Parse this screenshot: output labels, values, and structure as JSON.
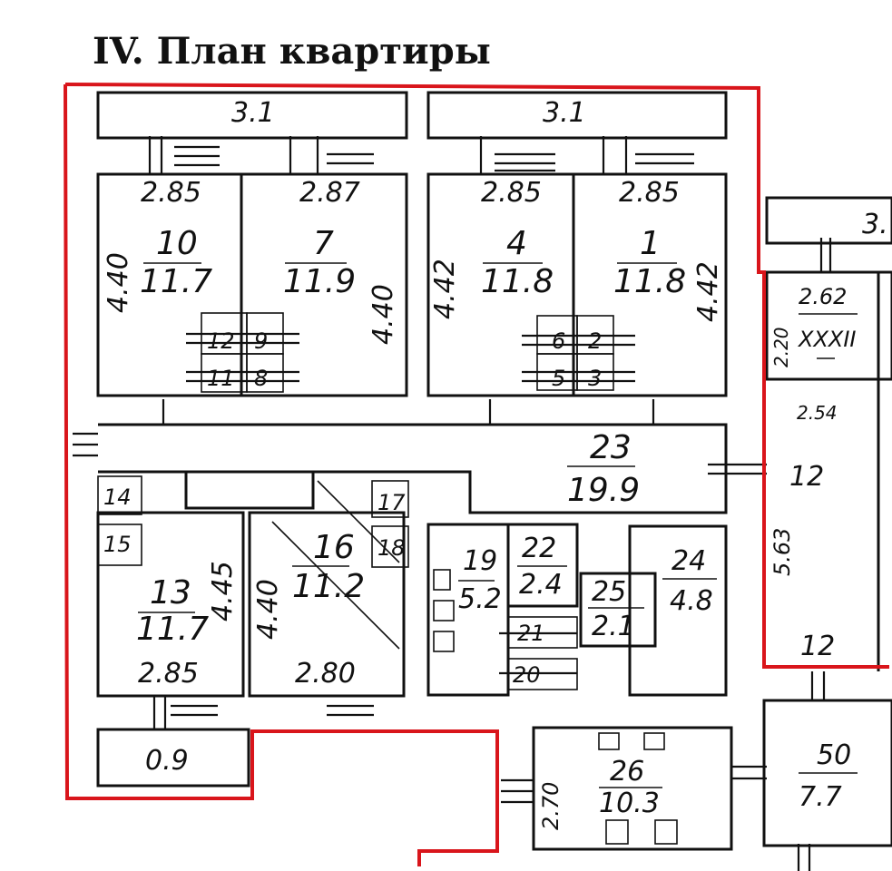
{
  "title": "IV. План квартиры",
  "colors": {
    "outline": "#d9151b",
    "line": "#111111"
  },
  "rooms": [
    {
      "key": "r10",
      "num": "10",
      "area": "11.7",
      "width": "2.85",
      "length": "4.40"
    },
    {
      "key": "r7",
      "num": "7",
      "area": "11.9",
      "width": "2.87",
      "length": "4.40"
    },
    {
      "key": "r4",
      "num": "4",
      "area": "11.8",
      "width": "2.85",
      "length": "4.42"
    },
    {
      "key": "r1",
      "num": "1",
      "area": "11.8",
      "width": "2.85",
      "length": "4.42"
    },
    {
      "key": "r23",
      "num": "23",
      "area": "19.9"
    },
    {
      "key": "r13",
      "num": "13",
      "area": "11.7",
      "width": "2.85",
      "length": "4.45"
    },
    {
      "key": "r16",
      "num": "16",
      "area": "11.2",
      "width": "2.80",
      "length": "4.40"
    },
    {
      "key": "r19",
      "num": "19",
      "area": "5.2"
    },
    {
      "key": "r22",
      "num": "22",
      "area": "2.4"
    },
    {
      "key": "r25",
      "num": "25",
      "area": "2.1"
    },
    {
      "key": "r24",
      "num": "24",
      "area": "4.8"
    },
    {
      "key": "r26",
      "num": "26",
      "area": "10.3",
      "width": "2.70"
    },
    {
      "key": "r50",
      "num": "50",
      "area": "7.7"
    },
    {
      "key": "rXXXII",
      "num": "XXXII",
      "area": "2.62",
      "width": "2.20",
      "length": "2.54"
    }
  ],
  "small_labels": [
    "12",
    "9",
    "11",
    "8",
    "6",
    "2",
    "5",
    "3",
    "14",
    "15",
    "17",
    "18",
    "21",
    "20"
  ],
  "balconies": [
    "3.1",
    "3.1",
    "3.",
    "0.9"
  ],
  "misc_labels": {
    "corridor_12": "12",
    "lower_12": "12",
    "dim_563": "5.63"
  }
}
